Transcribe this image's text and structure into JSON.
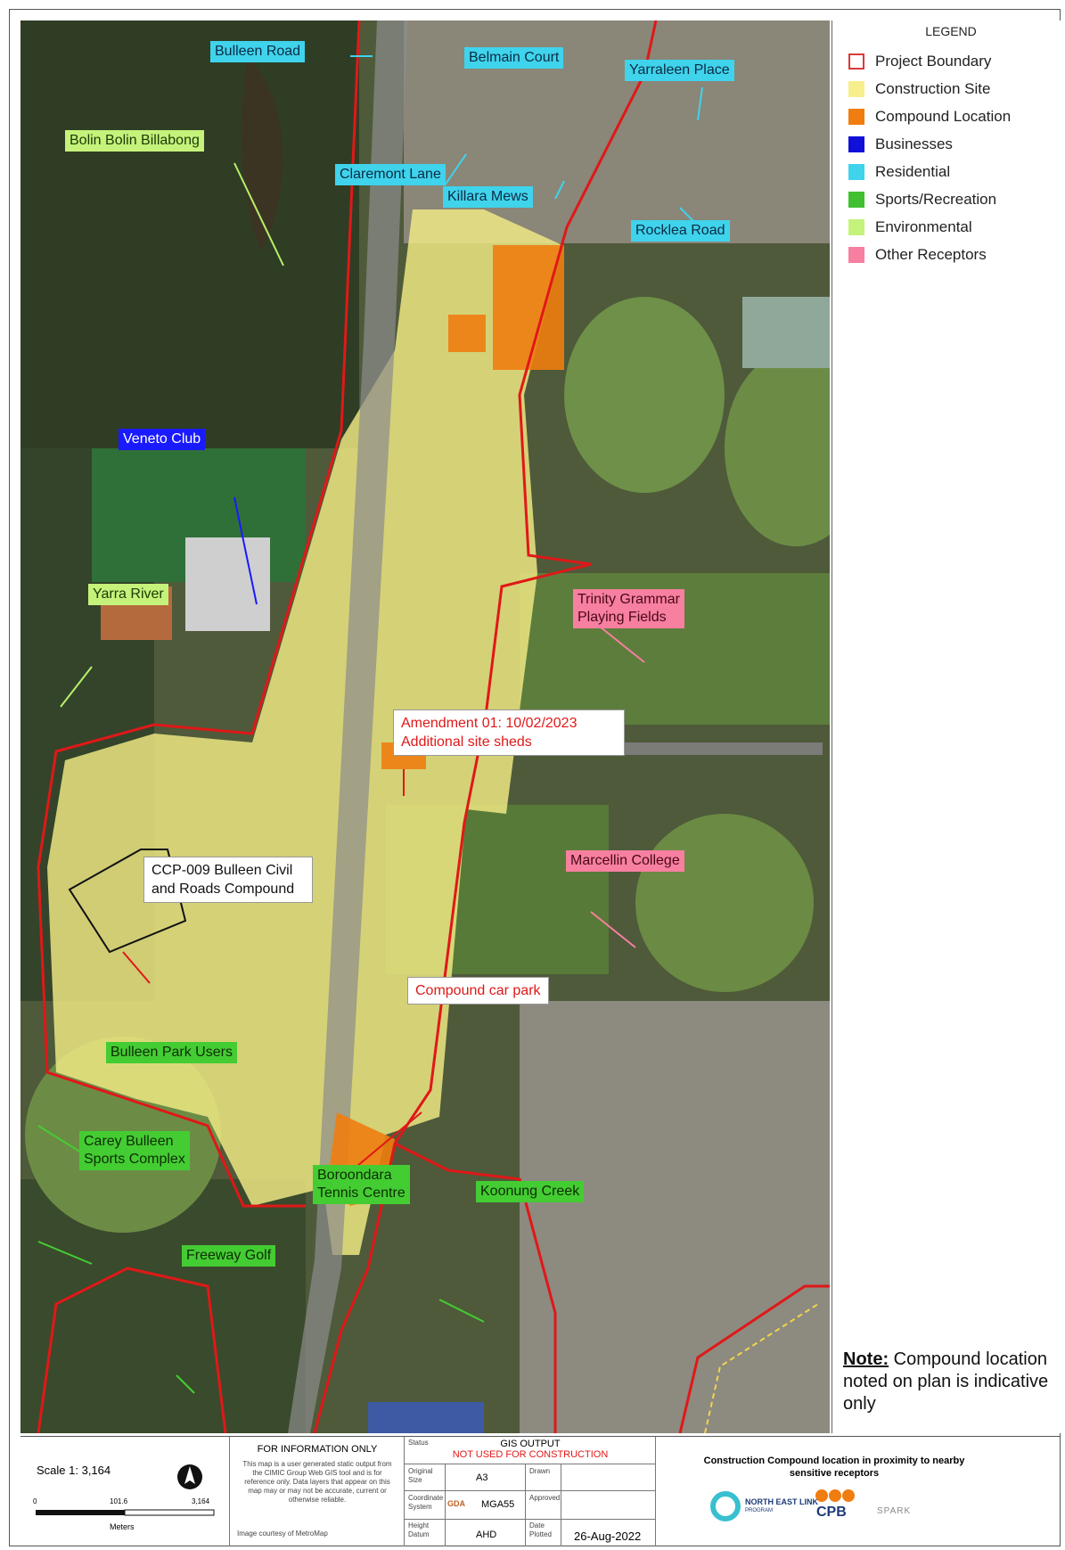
{
  "legend": {
    "title": "LEGEND",
    "items": [
      {
        "label": "Project Boundary",
        "color": "#d83a3a",
        "outline": true
      },
      {
        "label": "Construction Site",
        "color": "#f6ef8c"
      },
      {
        "label": "Compound Location",
        "color": "#f07d10"
      },
      {
        "label": "Businesses",
        "color": "#1010d8"
      },
      {
        "label": "Residential",
        "color": "#3fd3ec"
      },
      {
        "label": "Sports/Recreation",
        "color": "#40c030"
      },
      {
        "label": "Environmental",
        "color": "#c5f27a"
      },
      {
        "label": "Other Receptors",
        "color": "#f77fa0"
      }
    ],
    "note_label": "Note:",
    "note_text": " Compound location noted on plan is indicative only"
  },
  "map": {
    "residential": [
      "Bulleen Road",
      "Belmain Court",
      "Yarraleen Place",
      "Claremont Lane",
      "Killara Mews",
      "Rocklea Road"
    ],
    "environmental": [
      "Bolin Bolin Billabong",
      "Yarra River"
    ],
    "business": [
      "Veneto Club"
    ],
    "other": [
      "Trinity Grammar\nPlaying Fields",
      "Marcellin College"
    ],
    "sports": [
      "Bulleen Park Users",
      "Carey Bulleen\nSports Complex",
      "Boroondara\nTennis Centre",
      "Koonung Creek",
      "Freeway Golf"
    ],
    "amendment": "Amendment 01: 10/02/2023\nAdditional site sheds",
    "ccp": "CCP-009 Bulleen Civil\nand Roads Compound",
    "carpark": "Compound car park"
  },
  "titleblock": {
    "scale": "Scale 1: 3,164",
    "scale_ticks": [
      "0",
      "101.6",
      "3,164"
    ],
    "scale_unit": "Meters",
    "info_heading": "FOR INFORMATION ONLY",
    "info_body": "This map is a user generated static output from the CIMIC Group Web GIS tool and is for reference only. Data layers that appear on this map may or may not be accurate, current or otherwise reliable.",
    "image_courtesy": "Image courtesy of MetroMap",
    "status_label": "Status",
    "status_value": "GIS OUTPUT",
    "status_sub": "NOT USED FOR CONSTRUCTION",
    "original_size_label": "Original Size",
    "original_size": "A3",
    "drawn_label": "Drawn",
    "coord_label": "Coordinate System",
    "coord": "MGA55",
    "gda": "GDA",
    "approved_label": "Approved",
    "height_label": "Height Datum",
    "height": "AHD",
    "date_label": "Date Plotted",
    "date": "26-Aug-2022",
    "caption": "Construction Compound location in proximity to nearby sensitive receptors",
    "logo_nel": "NORTH EAST LINK",
    "logo_nel_sub": "PROGRAM",
    "logo_cpb": "CPB",
    "logo_spark": "SPARK"
  }
}
